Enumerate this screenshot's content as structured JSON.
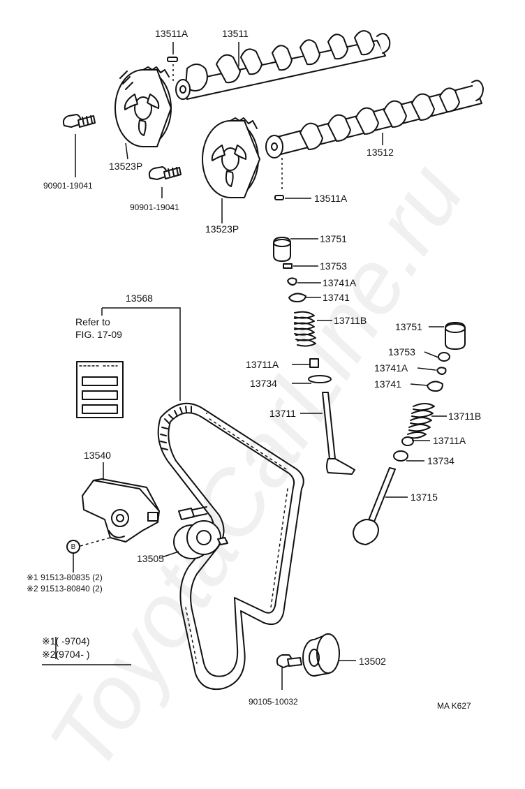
{
  "watermark": "ToyotaCarLine.ru",
  "parts": {
    "pin_13511A_top": "13511A",
    "camshaft_13511": "13511",
    "camshaft_13512": "13512",
    "pulley_left": "13523P",
    "pulley_right": "13523P",
    "bolt_left": "90901-19041",
    "bolt_right": "90901-19041",
    "pin_13511A_bottom": "13511A",
    "lifter_l": "13751",
    "shim_l": "13753",
    "keeper_l": "13741A",
    "retainer_l": "13741",
    "spring_l": "13711B",
    "seat_l": "13711A",
    "washer_l": "13734",
    "valve_l": "13711",
    "belt": "13568",
    "lifter_r": "13751",
    "shim_r": "13753",
    "keeper_r": "13741A",
    "retainer_r": "13741",
    "spring_r": "13711B",
    "seat_r": "13711A",
    "washer_r": "13734",
    "valve_r": "13715",
    "tensioner_bracket": "13540",
    "tensioner_pulley": "13505",
    "idler": "13502",
    "idler_bolt": "90105-10032",
    "bolt1": "※1 91513-80835 (2)",
    "bolt2": "※2 91513-80840 (2)",
    "callout_b": "B"
  },
  "refer": {
    "line1": "Refer to",
    "line2": "FIG. 17-09"
  },
  "legend": {
    "row1": "※1(        -9704)",
    "row2": "※2(9704-          )"
  },
  "code": "MA K627"
}
